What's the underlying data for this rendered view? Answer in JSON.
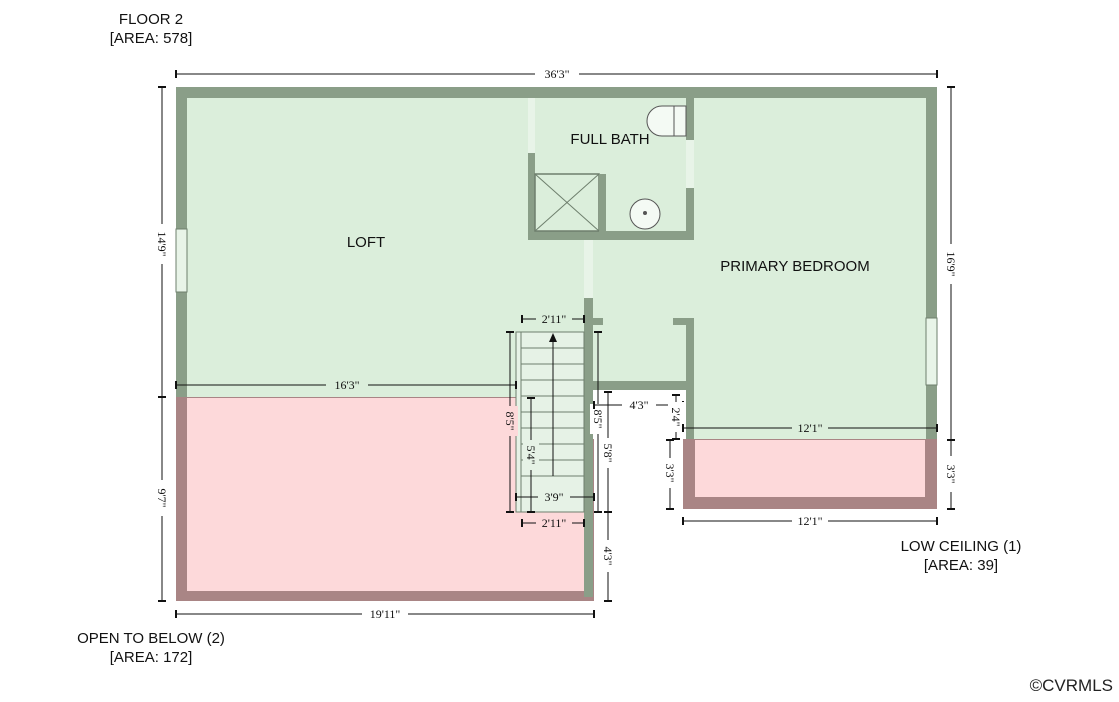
{
  "floor": {
    "title": "FLOOR 2",
    "area": "[AREA: 578]"
  },
  "open_to_below": {
    "title": "OPEN TO BELOW (2)",
    "area": "[AREA: 172]"
  },
  "low_ceiling": {
    "title": "LOW CEILING (1)",
    "area": "[AREA: 39]"
  },
  "rooms": {
    "loft": "LOFT",
    "full_bath": "FULL BATH",
    "primary_bedroom": "PRIMARY BEDROOM"
  },
  "dimensions": {
    "overall_width": "36'3\"",
    "left_upper_height": "14'9\"",
    "left_lower_height": "9'7\"",
    "right_upper_height": "16'9\"",
    "right_lower_height": "3'3\"",
    "loft_width": "16'3\"",
    "open_below_width": "19'11\"",
    "stair_top_width": "2'11\"",
    "stair_bottom_width": "2'11\"",
    "stair_inner_width": "3'9\"",
    "stair_run": "8'5\"",
    "stair_inner_run": "5'4\"",
    "stair_side_run": "8'5\"",
    "stair_side_lower": "5'8\"",
    "stair_bottom_ext": "4'3\"",
    "closet_width": "4'3\"",
    "closet_depth": "2'4\"",
    "low_ceiling_depth": "3'3\"",
    "bedroom_width": "12'1\"",
    "low_ceiling_width": "12'1\""
  },
  "copyright": "©CVRMLS",
  "colors": {
    "wall": "#8a9e88",
    "floor": "#dbeedb",
    "open_wall": "#a98585",
    "open_floor": "#fdd9da"
  }
}
